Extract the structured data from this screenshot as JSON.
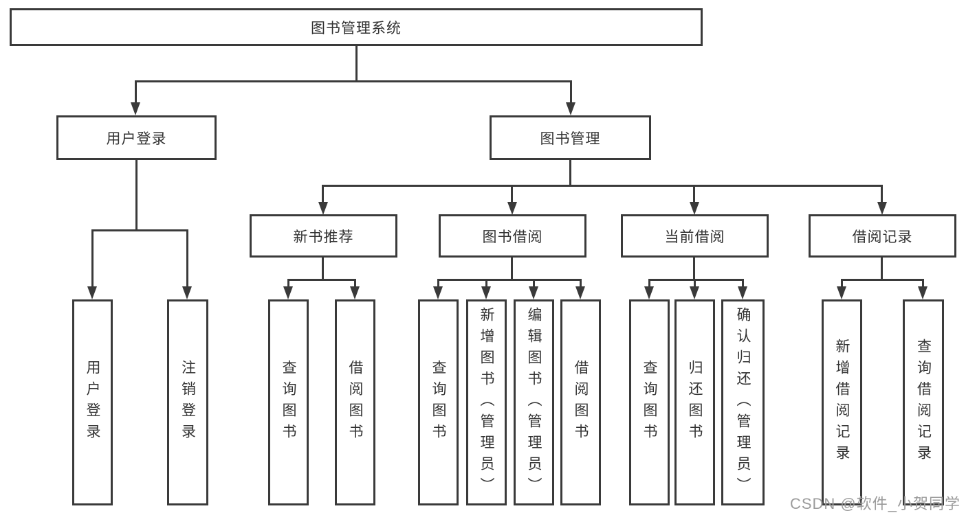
{
  "diagram_title": "图书管理系统",
  "colors": {
    "line": "#3a3a3a",
    "text": "#333333",
    "watermark": "#9b9b9b",
    "background": "#ffffff"
  },
  "nodes": {
    "root": "图书管理系统",
    "user_login": "用户登录",
    "book_mgmt": "图书管理",
    "new_books": "新书推荐",
    "book_borrow": "图书借阅",
    "current_borrow": "当前借阅",
    "borrow_records": "借阅记录",
    "leaf_user_login": "用户登录",
    "leaf_logout": "注销登录",
    "leaf_nb_query": "查询图书",
    "leaf_nb_borrow": "借阅图书",
    "leaf_bb_query": "查询图书",
    "leaf_bb_add": "新增图书（管理员）",
    "leaf_bb_edit": "编辑图书（管理员）",
    "leaf_bb_borrow": "借阅图书",
    "leaf_cb_query": "查询图书",
    "leaf_cb_return": "归还图书",
    "leaf_cb_confirm": "确认归还（管理员）",
    "leaf_br_add": "新增借阅记录",
    "leaf_br_query": "查询借阅记录"
  },
  "watermark": "CSDN @软件_小贺同学"
}
